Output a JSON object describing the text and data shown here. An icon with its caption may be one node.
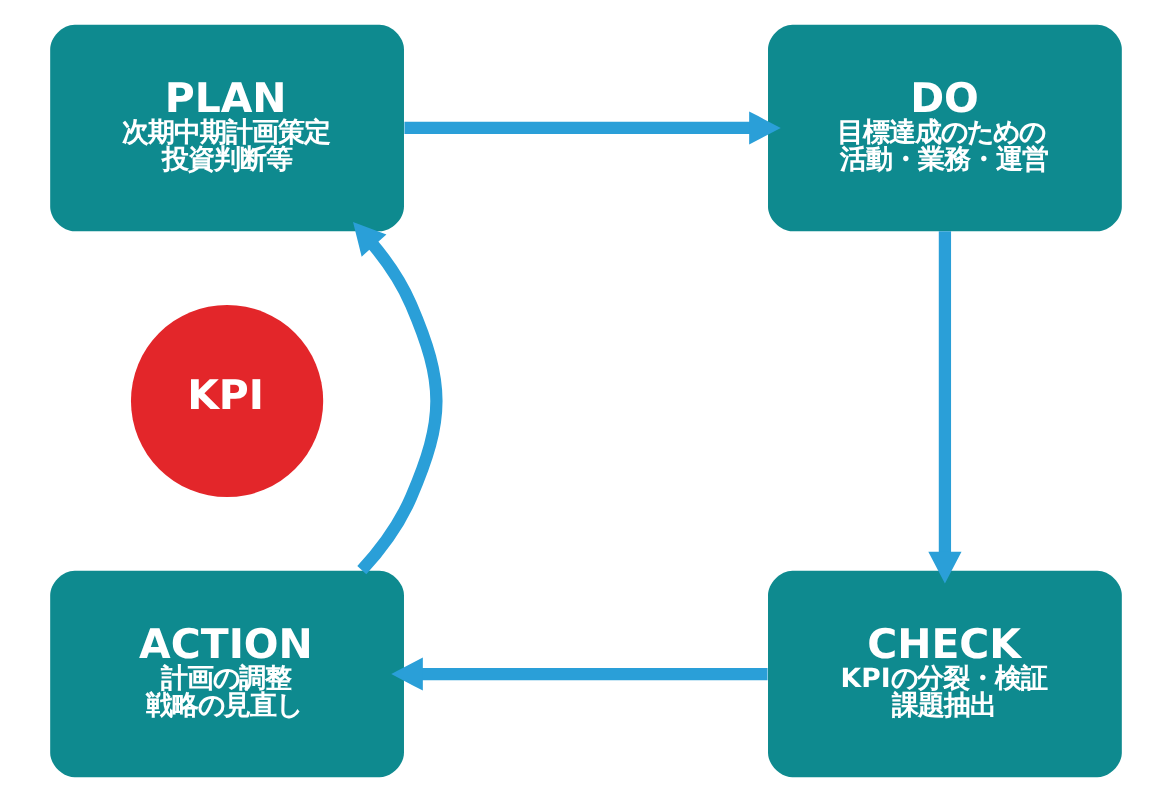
{
  "diagram": {
    "nodes": [
      {
        "text": [
          "PLAN",
          "次期中期計画策定",
          "投資判断等"
        ]
      },
      {
        "text": [
          "DO",
          "目標達成のための",
          "活動・業務・運営"
        ]
      },
      {
        "text": [
          "KPI"
        ]
      },
      {
        "text": [
          "ACTION",
          "計画の調整",
          "戦略の見直し"
        ]
      },
      {
        "text": [
          "CHECK",
          "KPIの分裂・検証",
          "課題抽出"
        ]
      }
    ],
    "edges": [
      {
        "from": 0,
        "to": 1,
        "arrow": "to"
      },
      {
        "from": 1,
        "to": 4,
        "arrow": "to"
      },
      {
        "from": 4,
        "to": 3,
        "arrow": "to"
      },
      {
        "from": 3,
        "to": 0,
        "arrow": "to"
      }
    ]
  }
}
